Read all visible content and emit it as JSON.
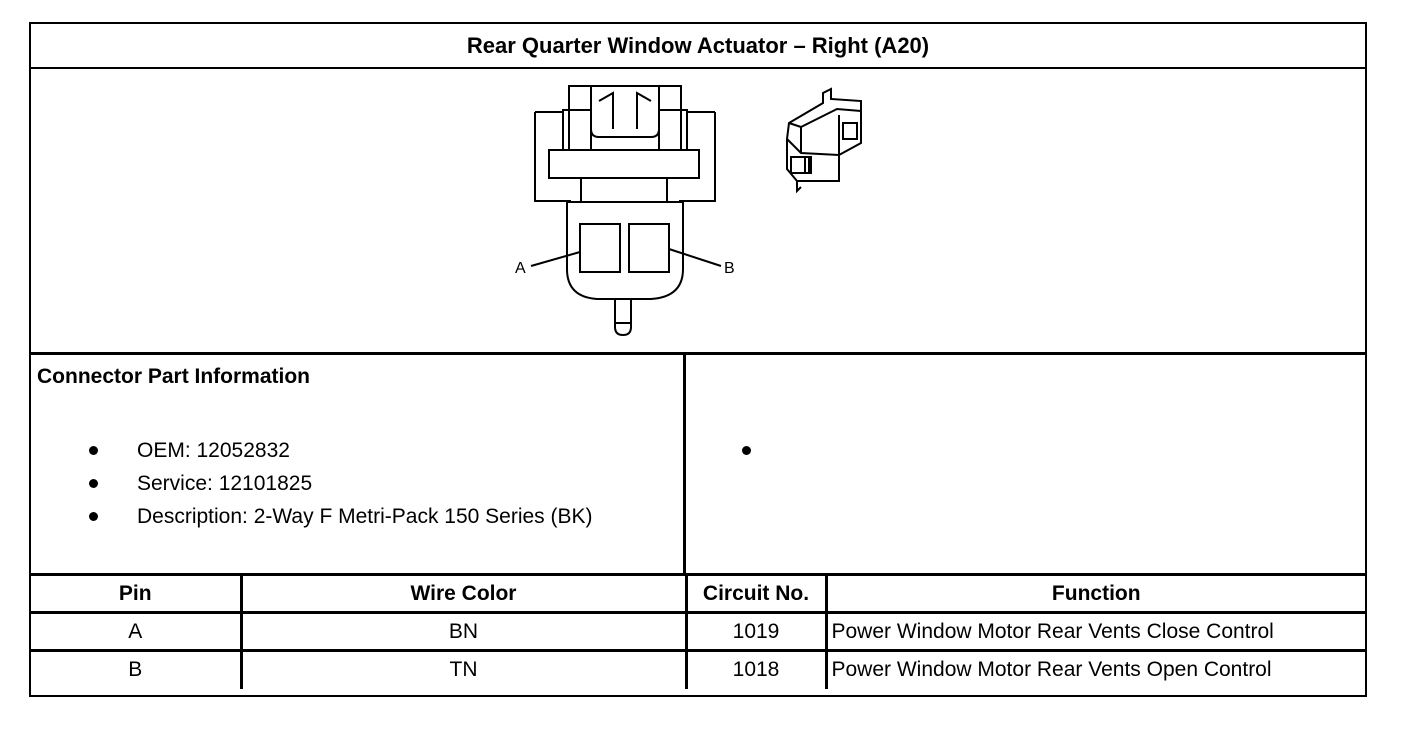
{
  "title": "Rear Quarter Window Actuator – Right (A20)",
  "figure": {
    "pin_labels": [
      "A",
      "B"
    ]
  },
  "connector_info": {
    "heading": "Connector Part Information",
    "items": [
      "OEM: 12052832",
      "Service: 12101825",
      "Description: 2-Way F Metri-Pack 150 Series (BK)"
    ]
  },
  "pin_table": {
    "headers": [
      "Pin",
      "Wire Color",
      "Circuit No.",
      "Function"
    ],
    "rows": [
      [
        "A",
        "BN",
        "1019",
        "Power Window Motor Rear Vents Close Control"
      ],
      [
        "B",
        "TN",
        "1018",
        "Power Window Motor Rear Vents Open Control"
      ]
    ]
  }
}
